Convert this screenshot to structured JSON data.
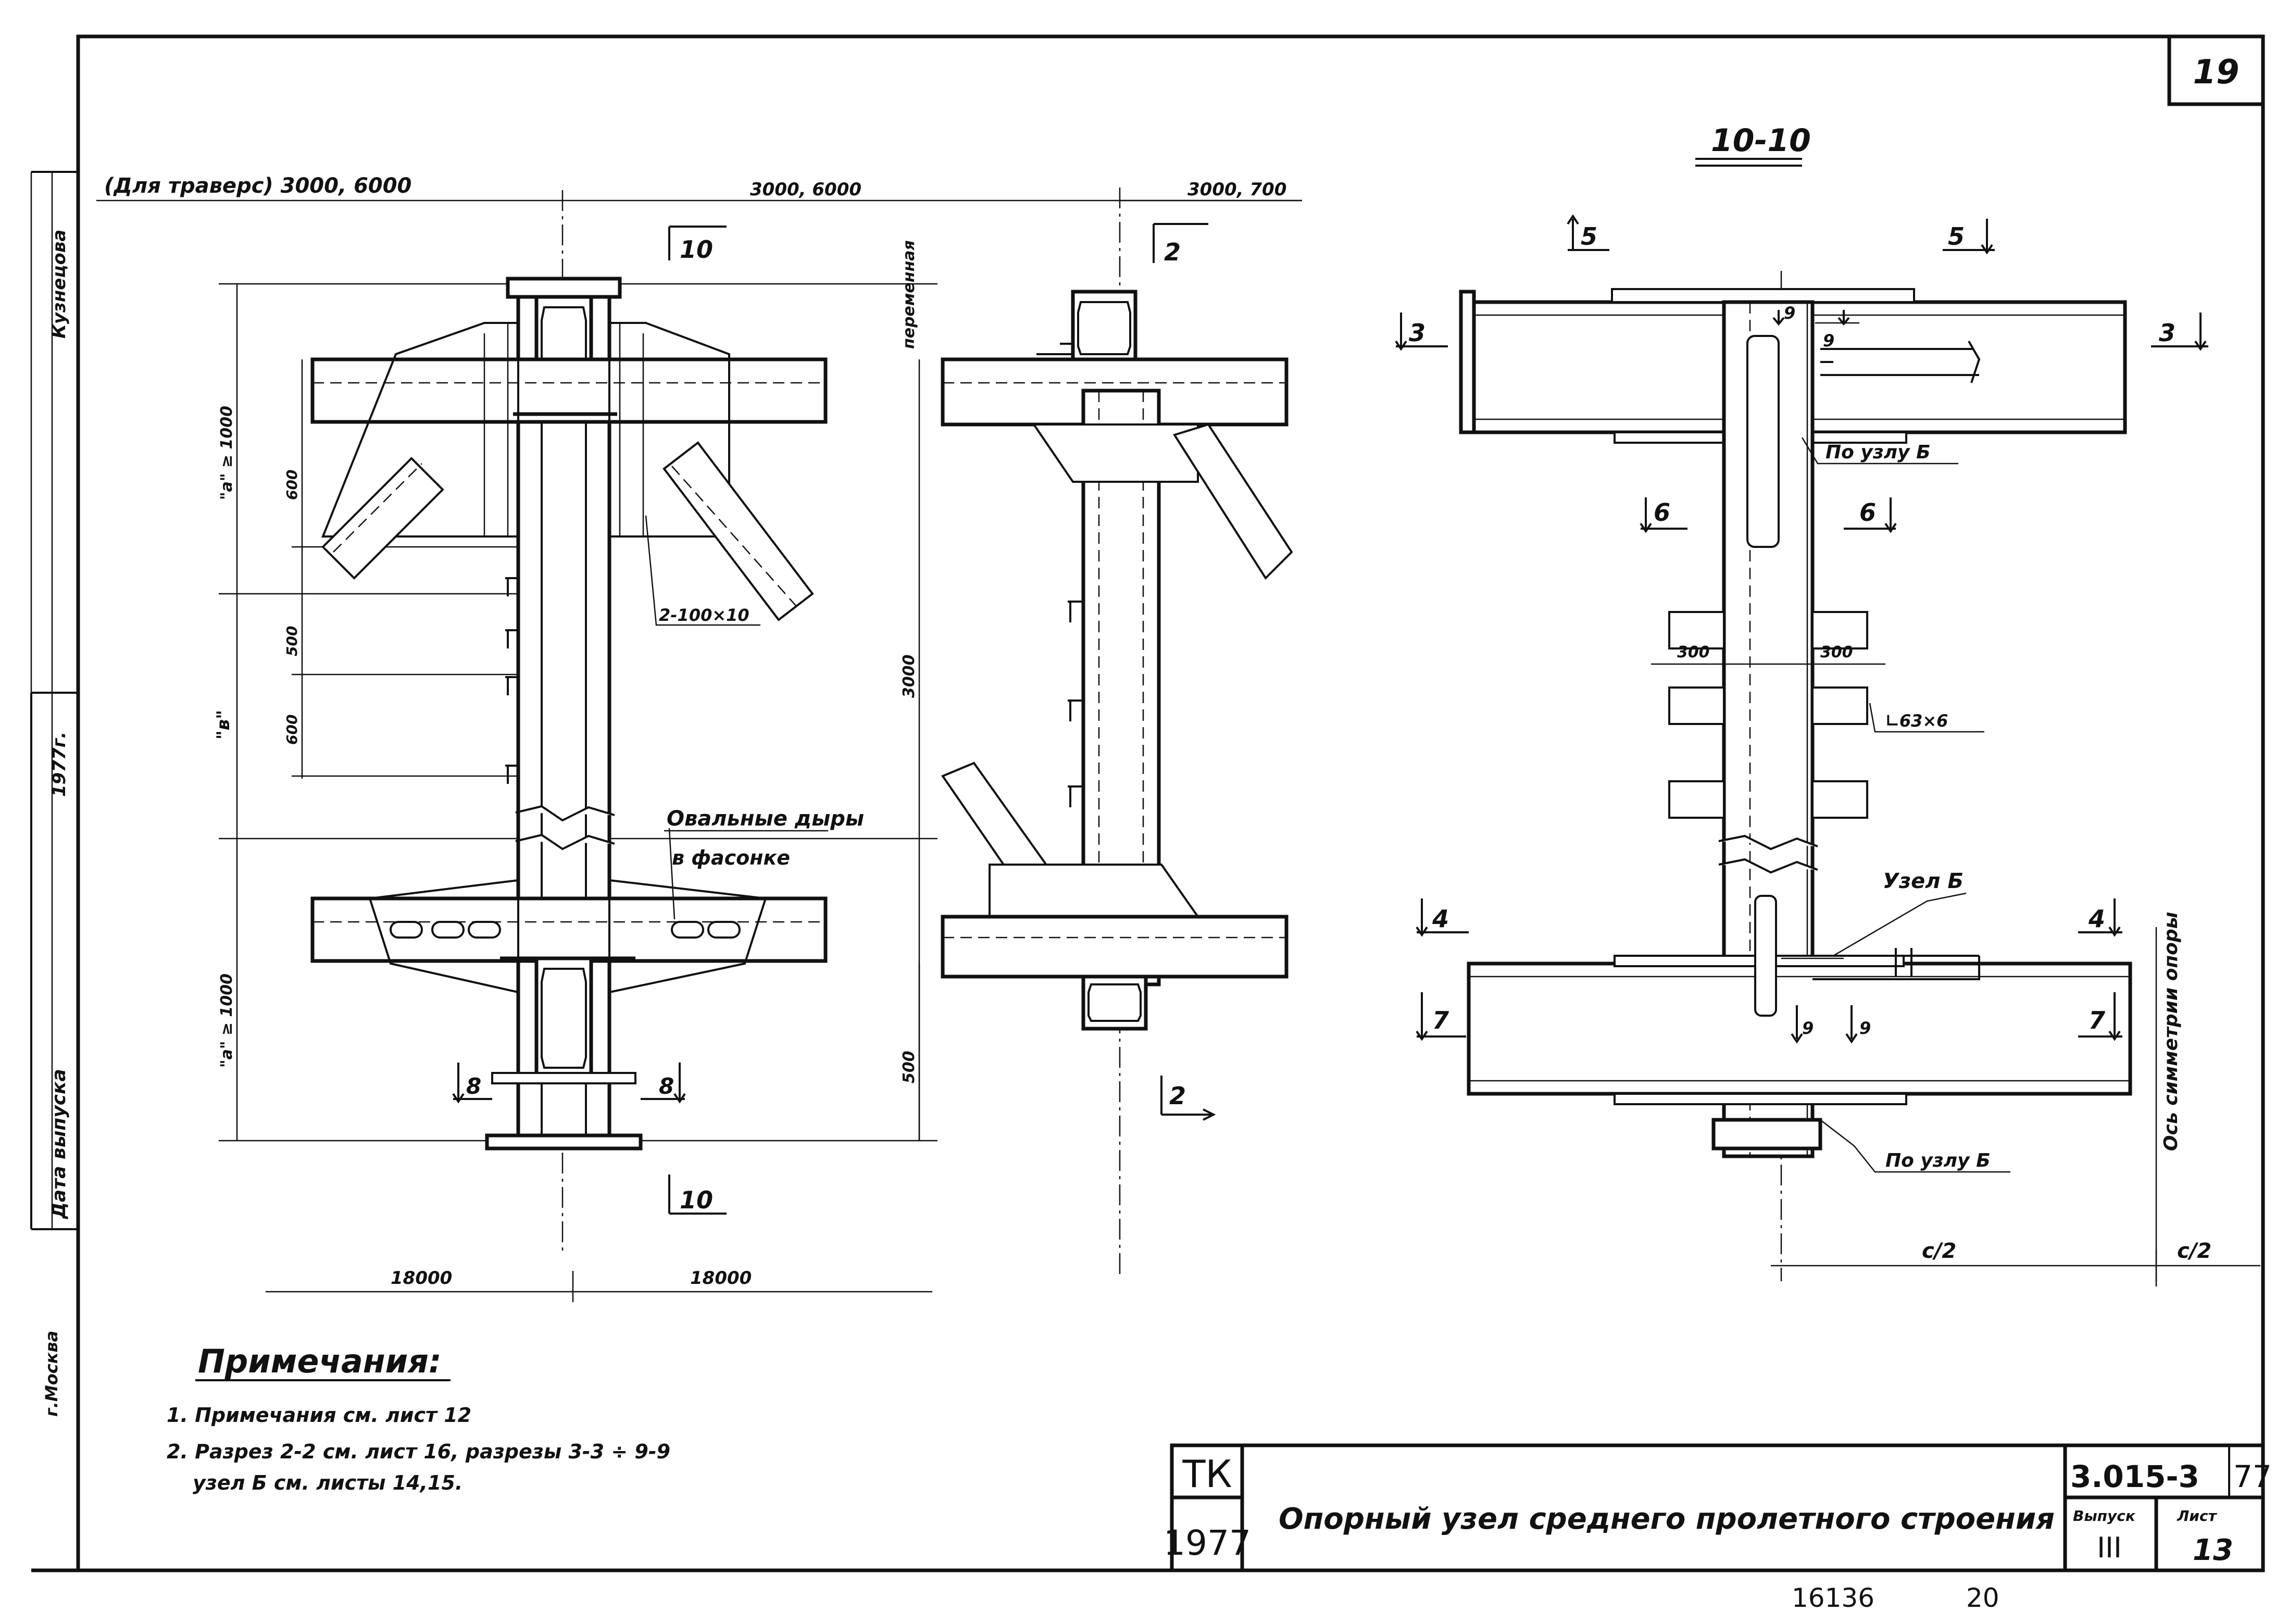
{
  "sheet": {
    "number": "19",
    "section_title": "10-10"
  },
  "side_stamp": {
    "author": "Кузнецова",
    "signature": "",
    "checked": "",
    "year": "1977г.",
    "issue_date_label": "Дата выпуска",
    "city": "г.Москва"
  },
  "left_view": {
    "top_dim_left": "(Для траверс) 3000, 6000",
    "top_dim_right": "3000, 6000",
    "section_mark_top": "10",
    "section_mark_bottom": "10",
    "dim_a_top": "\"a\" ≥ 1000",
    "dim_b": "\"в\"",
    "dim_a_bottom": "\"a\" ≥ 1000",
    "dim_600": "600",
    "dim_500": "500",
    "dim_600b": "600",
    "label_angle": "2-100×10",
    "label_oval_1": "Овальные дыры",
    "label_oval_2": "в фасонке",
    "section_8_left": "8",
    "section_8_right": "8",
    "bottom_dim_left": "18000",
    "bottom_dim_right": "18000"
  },
  "middle_view": {
    "top_dim": "3000, 700",
    "vertical_label": "переменная",
    "section_mark_top": "2",
    "section_mark_bottom": "2",
    "dim_3000": "3000",
    "dim_500": "500"
  },
  "right_view": {
    "title": "10-10",
    "s5_left": "5",
    "s5_right": "5",
    "s3_left": "3",
    "s3_right": "3",
    "s9_a": "9",
    "s9_b": "9",
    "s6_left": "6",
    "s6_right": "6",
    "po_uzlu_top": "По узлу Б",
    "dim_300_left": "300",
    "dim_300_right": "300",
    "angle_label": "∟63×6",
    "uzel_b": "Узел Б",
    "s4_left": "4",
    "s4_right": "4",
    "s7_left": "7",
    "s7_right": "7",
    "s9_c": "9",
    "s9_d": "9",
    "axis_label": "Ось симметрии опоры",
    "po_uzlu_bottom": "По узлу Б",
    "dim_c2_left": "c/2",
    "dim_c2_right": "c/2"
  },
  "notes": {
    "heading": "Примечания:",
    "line1": "1. Примечания   см. лист 12",
    "line2": "2. Разрез  2-2 см. лист 16, разрезы 3-3 ÷ 9-9",
    "line3": "узел Б  см. листы 14,15."
  },
  "title_block": {
    "org": "ТК",
    "year": "1977",
    "title": "Опорный узел среднего пролетного строения",
    "code": "3.015-3",
    "code_year": "77",
    "issue_label": "Выпуск",
    "issue_value": "III",
    "sheet_label": "Лист",
    "sheet_value": "13"
  },
  "footer": {
    "inv_number": "16136",
    "page": "20"
  }
}
